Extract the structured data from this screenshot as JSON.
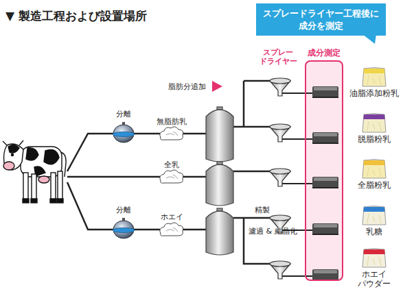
{
  "diagram": {
    "title": "▼ 製造工程および設置場所",
    "nodes": [
      {
        "text": [
          "スプレードライヤー工程後に 成分を測定"
        ]
      },
      {
        "text": [
          "成分測定"
        ]
      },
      {
        "text": [
          "油脂添加粉乳"
        ]
      },
      {
        "text": [
          "脱脂粉乳"
        ]
      },
      {
        "text": [
          "全脂粉乳"
        ]
      },
      {
        "text": [
          "乳糖"
        ]
      },
      {
        "text": [
          "ホエイ パウダー"
        ]
      }
    ],
    "labels": [
      "分離",
      "無脂肪乳",
      "脂肪分追加",
      "スプレー ドライヤー",
      "全乳",
      "分離",
      "ホエイ",
      "精製",
      "濾過 & 結晶化"
    ]
  }
}
